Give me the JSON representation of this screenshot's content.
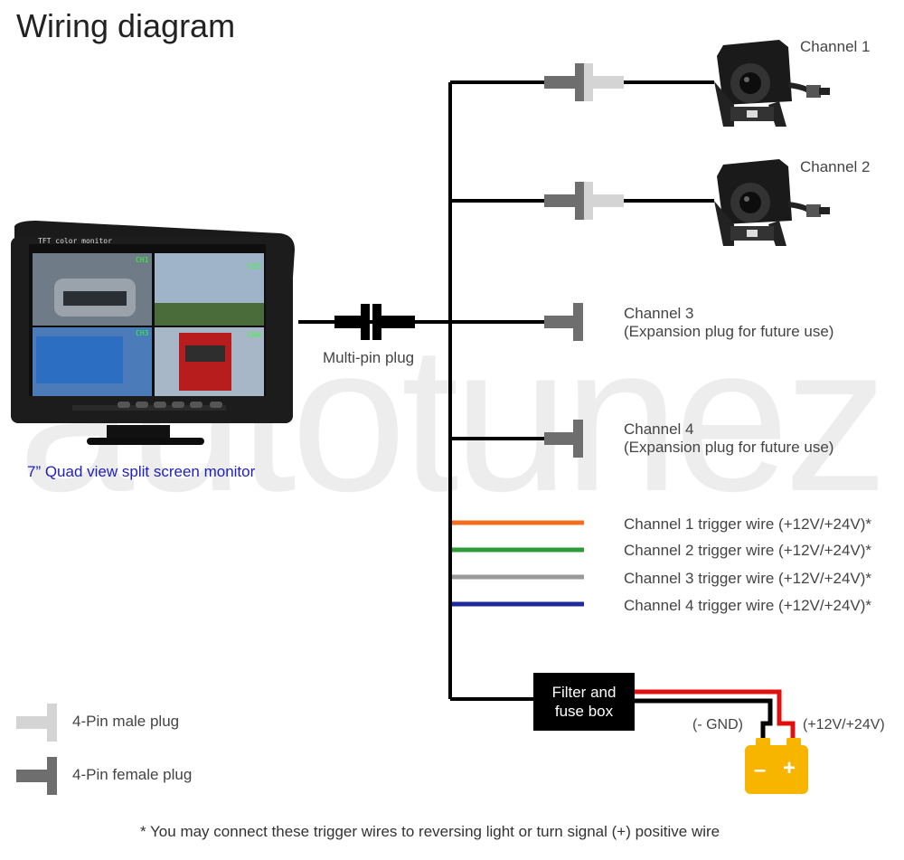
{
  "title": "Wiring diagram",
  "monitor": {
    "screen_header": "TFT color monitor",
    "quad_labels": [
      "CH1",
      "CH2",
      "CH3",
      "CH4"
    ],
    "caption": "7” Quad view split screen monitor"
  },
  "multi_pin_label": "Multi-pin plug",
  "channels": [
    {
      "line1": "Channel 1",
      "line2": ""
    },
    {
      "line1": "Channel 2",
      "line2": ""
    },
    {
      "line1": "Channel 3",
      "line2": "(Expansion plug for future use)"
    },
    {
      "line1": "Channel 4",
      "line2": "(Expansion plug for future use)"
    }
  ],
  "trigger_wires": [
    {
      "label": "Channel 1 trigger wire (+12V/+24V)*",
      "color": "#f26d1f"
    },
    {
      "label": "Channel 2 trigger wire (+12V/+24V)*",
      "color": "#2e9b3a"
    },
    {
      "label": "Channel 3 trigger wire (+12V/+24V)*",
      "color": "#9a9a9a"
    },
    {
      "label": "Channel 4 trigger wire (+12V/+24V)*",
      "color": "#1d2a9c"
    }
  ],
  "fuse_box": {
    "line1": "Filter and",
    "line2": "fuse box"
  },
  "battery": {
    "gnd_label": "(- GND)",
    "pos_label": "(+12V/+24V)",
    "minus": "–",
    "plus": "+"
  },
  "legend": [
    {
      "label": "4-Pin male plug",
      "color": "#d4d4d4"
    },
    {
      "label": "4-Pin female plug",
      "color": "#6e6e6e"
    }
  ],
  "footnote": "* You may connect these trigger wires to reversing light or turn signal (+) positive wire",
  "watermark": "autotunez",
  "colors": {
    "male_plug": "#d4d4d4",
    "female_plug": "#6e6e6e",
    "red_wire": "#e01010",
    "battery": "#f7b500"
  }
}
